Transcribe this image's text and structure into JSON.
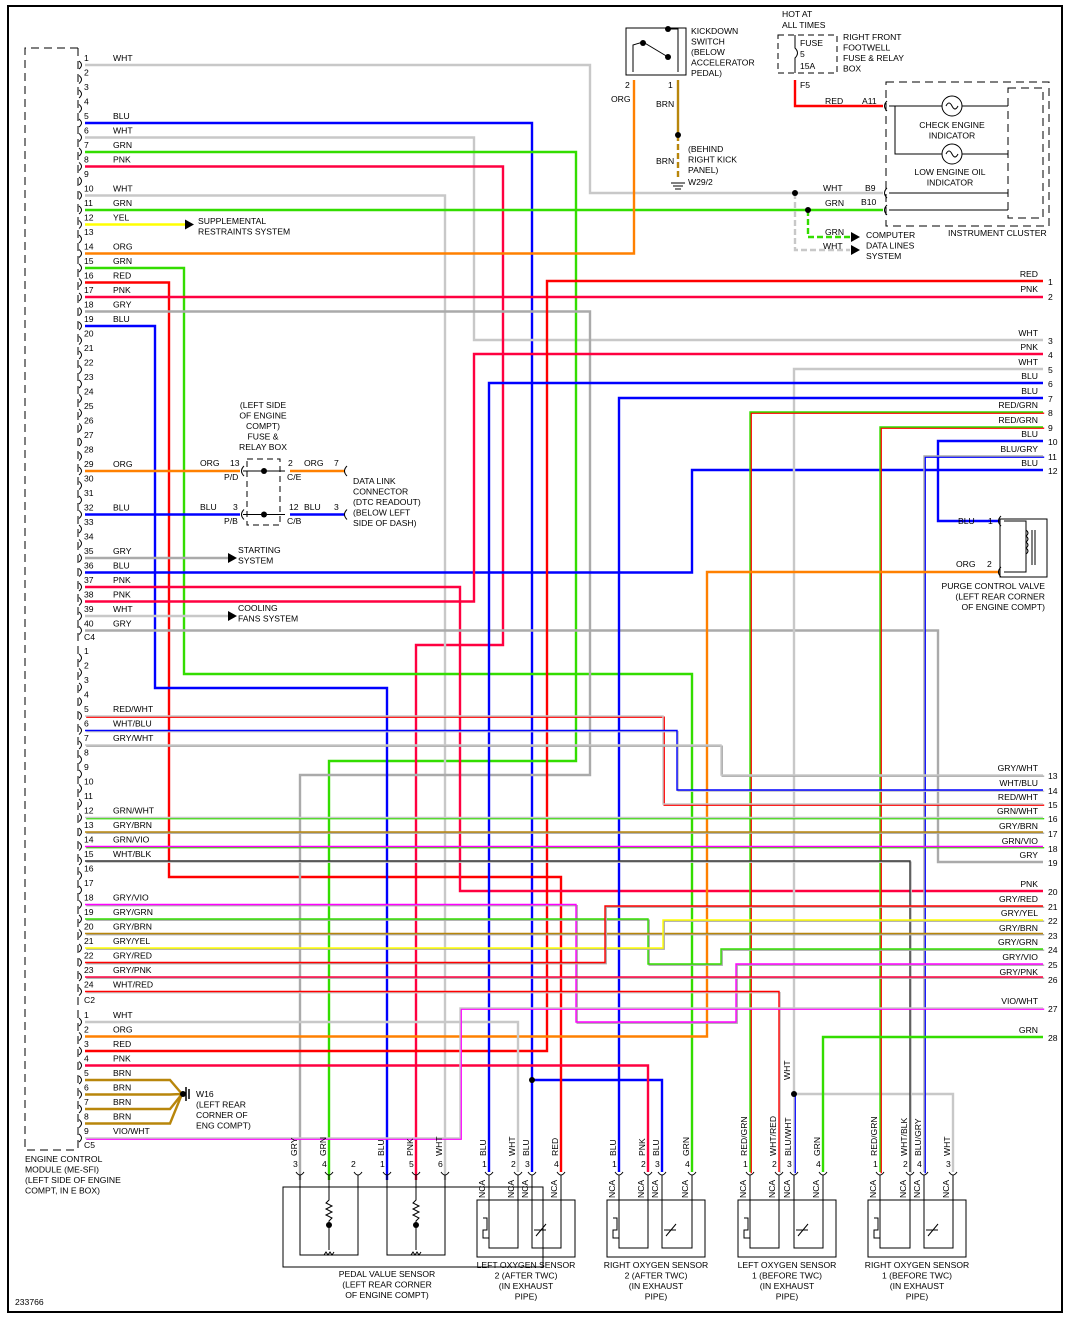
{
  "figure_number": "233766",
  "colors": {
    "WHT": "#c8c8c8",
    "BLU": "#0000ff",
    "GRN": "#33dd00",
    "PNK": "#ff0040",
    "RED": "#ff0000",
    "YEL": "#ffff00",
    "ORG": "#ff8000",
    "GRY": "#aaaaaa",
    "BRN": "#b8860b",
    "VIO": "#ff00ff",
    "BLK": "#333333"
  },
  "ecm": {
    "label_lines": [
      "ENGINE CONTROL",
      "MODULE (ME-SFI)",
      "(LEFT SIDE OF ENGINE",
      "COMPT, IN E BOX)"
    ],
    "c4": "C4",
    "c2": "C2",
    "c5": "C5",
    "c1_pins": [
      {
        "n": "1",
        "wire": "WHT"
      },
      {
        "n": "2",
        "wire": ""
      },
      {
        "n": "3",
        "wire": ""
      },
      {
        "n": "4",
        "wire": ""
      },
      {
        "n": "5",
        "wire": "BLU"
      },
      {
        "n": "6",
        "wire": "WHT"
      },
      {
        "n": "7",
        "wire": "GRN"
      },
      {
        "n": "8",
        "wire": "PNK"
      },
      {
        "n": "9",
        "wire": ""
      },
      {
        "n": "10",
        "wire": "WHT"
      },
      {
        "n": "11",
        "wire": "GRN"
      },
      {
        "n": "12",
        "wire": "YEL"
      },
      {
        "n": "13",
        "wire": ""
      },
      {
        "n": "14",
        "wire": "ORG"
      },
      {
        "n": "15",
        "wire": "GRN"
      },
      {
        "n": "16",
        "wire": "RED"
      },
      {
        "n": "17",
        "wire": "PNK"
      },
      {
        "n": "18",
        "wire": "GRY"
      },
      {
        "n": "19",
        "wire": "BLU"
      },
      {
        "n": "20",
        "wire": ""
      },
      {
        "n": "21",
        "wire": ""
      },
      {
        "n": "22",
        "wire": ""
      },
      {
        "n": "23",
        "wire": ""
      },
      {
        "n": "24",
        "wire": ""
      },
      {
        "n": "25",
        "wire": ""
      },
      {
        "n": "26",
        "wire": ""
      },
      {
        "n": "27",
        "wire": ""
      },
      {
        "n": "28",
        "wire": ""
      },
      {
        "n": "29",
        "wire": "ORG"
      },
      {
        "n": "30",
        "wire": ""
      },
      {
        "n": "31",
        "wire": ""
      },
      {
        "n": "32",
        "wire": "BLU"
      },
      {
        "n": "33",
        "wire": ""
      },
      {
        "n": "34",
        "wire": ""
      },
      {
        "n": "35",
        "wire": "GRY"
      },
      {
        "n": "36",
        "wire": "BLU"
      },
      {
        "n": "37",
        "wire": "PNK"
      },
      {
        "n": "38",
        "wire": "PNK"
      },
      {
        "n": "39",
        "wire": "WHT"
      },
      {
        "n": "40",
        "wire": "GRY"
      }
    ],
    "c4_pins": [
      {
        "n": "1",
        "wire": ""
      },
      {
        "n": "2",
        "wire": ""
      },
      {
        "n": "3",
        "wire": ""
      },
      {
        "n": "4",
        "wire": ""
      },
      {
        "n": "5",
        "wire": "RED/WHT"
      },
      {
        "n": "6",
        "wire": "WHT/BLU"
      },
      {
        "n": "7",
        "wire": "GRY/WHT"
      },
      {
        "n": "8",
        "wire": ""
      },
      {
        "n": "9",
        "wire": ""
      },
      {
        "n": "10",
        "wire": ""
      },
      {
        "n": "11",
        "wire": ""
      },
      {
        "n": "12",
        "wire": "GRN/WHT"
      },
      {
        "n": "13",
        "wire": "GRY/BRN"
      },
      {
        "n": "14",
        "wire": "GRN/VIO"
      },
      {
        "n": "15",
        "wire": "WHT/BLK"
      },
      {
        "n": "16",
        "wire": ""
      },
      {
        "n": "17",
        "wire": ""
      },
      {
        "n": "18",
        "wire": "GRY/VIO"
      },
      {
        "n": "19",
        "wire": "GRY/GRN"
      },
      {
        "n": "20",
        "wire": "GRY/BRN"
      },
      {
        "n": "21",
        "wire": "GRY/YEL"
      },
      {
        "n": "22",
        "wire": "GRY/RED"
      },
      {
        "n": "23",
        "wire": "GRY/PNK"
      },
      {
        "n": "24",
        "wire": "WHT/RED"
      }
    ],
    "c2_pins": [
      {
        "n": "1",
        "wire": "WHT"
      },
      {
        "n": "2",
        "wire": "ORG"
      },
      {
        "n": "3",
        "wire": "RED"
      },
      {
        "n": "4",
        "wire": "PNK"
      },
      {
        "n": "5",
        "wire": "BRN"
      },
      {
        "n": "6",
        "wire": "BRN"
      },
      {
        "n": "7",
        "wire": "BRN"
      },
      {
        "n": "8",
        "wire": "BRN"
      },
      {
        "n": "9",
        "wire": "VIO/WHT"
      }
    ]
  },
  "right_terminals": [
    {
      "n": "1",
      "wire": "RED"
    },
    {
      "n": "2",
      "wire": "PNK"
    },
    {
      "n": "3",
      "wire": "WHT"
    },
    {
      "n": "4",
      "wire": "PNK"
    },
    {
      "n": "5",
      "wire": "WHT"
    },
    {
      "n": "6",
      "wire": "BLU"
    },
    {
      "n": "7",
      "wire": "BLU"
    },
    {
      "n": "8",
      "wire": "RED/GRN"
    },
    {
      "n": "9",
      "wire": "RED/GRN"
    },
    {
      "n": "10",
      "wire": "BLU"
    },
    {
      "n": "11",
      "wire": "BLU/GRY"
    },
    {
      "n": "12",
      "wire": "BLU"
    },
    {
      "n": "13",
      "wire": "GRY/WHT"
    },
    {
      "n": "14",
      "wire": "WHT/BLU"
    },
    {
      "n": "15",
      "wire": "RED/WHT"
    },
    {
      "n": "16",
      "wire": "GRN/WHT"
    },
    {
      "n": "17",
      "wire": "GRY/BRN"
    },
    {
      "n": "18",
      "wire": "GRN/VIO"
    },
    {
      "n": "19",
      "wire": "GRY"
    },
    {
      "n": "20",
      "wire": "PNK"
    },
    {
      "n": "21",
      "wire": "GRY/RED"
    },
    {
      "n": "22",
      "wire": "GRY/YEL"
    },
    {
      "n": "23",
      "wire": "GRY/BRN"
    },
    {
      "n": "24",
      "wire": "GRY/GRN"
    },
    {
      "n": "25",
      "wire": "GRY/VIO"
    },
    {
      "n": "26",
      "wire": "GRY/PNK"
    },
    {
      "n": "27",
      "wire": "VIO/WHT"
    },
    {
      "n": "28",
      "wire": "GRN"
    }
  ],
  "kickdown": {
    "label_lines": [
      "KICKDOWN",
      "SWITCH",
      "(BELOW",
      "ACCELERATOR",
      "PEDAL)"
    ],
    "pin2": "2",
    "pin1": "1",
    "wire2": "ORG",
    "wire1": "BRN",
    "wire1b": "BRN",
    "splice_lines": [
      "(BEHIND",
      "RIGHT KICK",
      "PANEL)"
    ],
    "ground": "W29/2"
  },
  "fuse": {
    "hot_lines": [
      "HOT AT",
      "ALL TIMES"
    ],
    "fuse_label": "FUSE",
    "fuse_number": "5",
    "rating": "15A",
    "terminal": "F5",
    "box_lines": [
      "RIGHT FRONT",
      "FOOTWELL",
      "FUSE & RELAY",
      "BOX"
    ],
    "wire": "RED"
  },
  "cluster": {
    "title": "INSTRUMENT CLUSTER",
    "pin_a11": "A11",
    "pin_b9": "B9",
    "pin_b10": "B10",
    "wire_b9": "WHT",
    "wire_b10": "GRN",
    "check_engine": [
      "CHECK ENGINE",
      "INDICATOR"
    ],
    "low_oil": [
      "LOW ENGINE OIL",
      "INDICATOR"
    ],
    "data_lines_wires": [
      "GRN",
      "WHT"
    ],
    "data_lines": [
      "COMPUTER",
      "DATA LINES",
      "SYSTEM"
    ]
  },
  "srs": [
    "SUPPLEMENTAL",
    "RESTRAINTS SYSTEM"
  ],
  "starting": [
    "STARTING",
    "SYSTEM"
  ],
  "cooling": [
    "COOLING",
    "FANS SYSTEM"
  ],
  "fuse_relay_box": {
    "label_lines": [
      "(LEFT SIDE",
      "OF ENGINE",
      "COMPT)",
      "FUSE &",
      "RELAY BOX"
    ],
    "top": {
      "wire_in": "ORG",
      "pin_in": "13",
      "conn_in": "P/D",
      "pin_out": "2",
      "conn_out": "C/E",
      "wire_out": "ORG",
      "dlc_pin": "7"
    },
    "bottom": {
      "wire_in": "BLU",
      "pin_in": "3",
      "conn_in": "P/B",
      "pin_out": "12",
      "conn_out": "C/B",
      "wire_out": "BLU",
      "dlc_pin": "3"
    }
  },
  "data_link": [
    "DATA LINK",
    "CONNECTOR",
    "(DTC READOUT)",
    "(BELOW LEFT",
    "SIDE OF DASH)"
  ],
  "purge": {
    "pin1": "1",
    "wire1": "BLU",
    "pin2": "2",
    "wire2": "ORG",
    "label_lines": [
      "PURGE CONTROL VALVE",
      "(LEFT REAR CORNER",
      "OF ENGINE COMPT)"
    ]
  },
  "ground_w16": [
    "W16",
    "(LEFT REAR",
    "CORNER OF",
    "ENG COMPT)"
  ],
  "pedal_sensor": {
    "label_lines": [
      "PEDAL VALUE SENSOR",
      "(LEFT REAR CORNER",
      "OF ENGINE COMPT)"
    ],
    "pins": [
      {
        "n": "3",
        "wire": "GRY"
      },
      {
        "n": "4",
        "wire": "GRN"
      },
      {
        "n": "2",
        "wire": ""
      },
      {
        "n": "1",
        "wire": "BLU"
      },
      {
        "n": "5",
        "wire": "PNK"
      },
      {
        "n": "6",
        "wire": "WHT"
      }
    ]
  },
  "o2_sensors": [
    {
      "label_lines": [
        "LEFT OXYGEN SENSOR",
        "2 (AFTER TWC)",
        "(IN EXHAUST",
        "PIPE)"
      ],
      "pins": [
        {
          "n": "1",
          "wire": "BLU",
          "nca": "NCA"
        },
        {
          "n": "2",
          "wire": "WHT",
          "nca": "NCA"
        },
        {
          "n": "3",
          "wire": "BLU",
          "nca": "NCA"
        },
        {
          "n": "4",
          "wire": "RED",
          "nca": "NCA"
        }
      ]
    },
    {
      "label_lines": [
        "RIGHT OXYGEN SENSOR",
        "2 (AFTER TWC)",
        "(IN EXHAUST",
        "PIPE)"
      ],
      "pins": [
        {
          "n": "1",
          "wire": "BLU",
          "nca": "NCA"
        },
        {
          "n": "2",
          "wire": "PNK",
          "nca": "NCA"
        },
        {
          "n": "3",
          "wire": "BLU",
          "nca": "NCA"
        },
        {
          "n": "4",
          "wire": "GRN",
          "nca": "NCA"
        }
      ]
    },
    {
      "label_lines": [
        "LEFT OXYGEN SENSOR",
        "1 (BEFORE TWC)",
        "(IN EXHAUST",
        "PIPE)"
      ],
      "pins": [
        {
          "n": "1",
          "wire": "RED/GRN",
          "nca": "NCA"
        },
        {
          "n": "2",
          "wire": "WHT/RED",
          "nca": "NCA"
        },
        {
          "n": "3",
          "wire": "BLU/WHT",
          "nca": "NCA"
        },
        {
          "n": "4",
          "wire": "GRN",
          "nca": "NCA"
        }
      ]
    },
    {
      "label_lines": [
        "RIGHT OXYGEN SENSOR",
        "1 (BEFORE TWC)",
        "(IN EXHAUST",
        "PIPE)"
      ],
      "pins": [
        {
          "n": "1",
          "wire": "RED/GRN",
          "nca": "NCA"
        },
        {
          "n": "2",
          "wire": "WHT/BLK",
          "nca": "NCA"
        },
        {
          "n": "4",
          "wire": "BLU/GRY",
          "nca": "NCA"
        },
        {
          "n": "3",
          "wire": "WHT",
          "nca": "NCA"
        }
      ]
    }
  ],
  "o2_splice_wire": "WHT"
}
